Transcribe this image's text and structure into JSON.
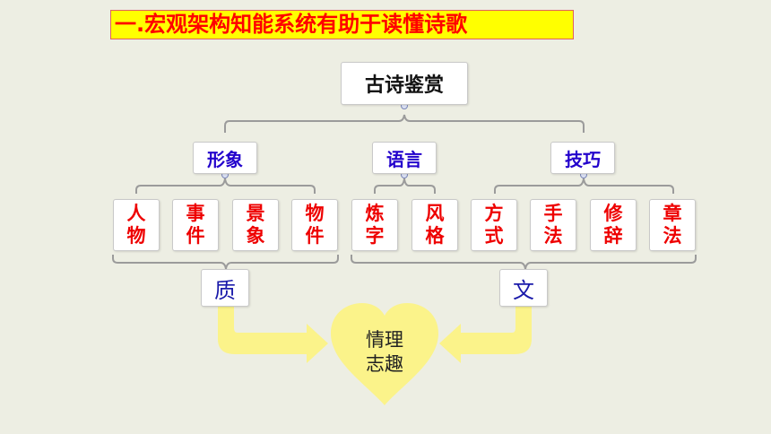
{
  "title": "一.宏观架构知能系统有助于读懂诗歌",
  "root": "古诗鉴赏",
  "categories": [
    "形象",
    "语言",
    "技巧"
  ],
  "leaves": [
    "人\n物",
    "事\n件",
    "景\n象",
    "物\n件",
    "炼\n字",
    "风\n格",
    "方\n式",
    "手\n法",
    "修\n辞",
    "章\n法"
  ],
  "summary": [
    "质",
    "文"
  ],
  "heart": "情理\n志趣",
  "colors": {
    "title_bg": "#ffff00",
    "title_text": "#ff0000",
    "category_text": "#2200cc",
    "leaf_text": "#ee0000",
    "heart_fill": "#fbf38a",
    "arrow_fill": "#fbf38a"
  }
}
